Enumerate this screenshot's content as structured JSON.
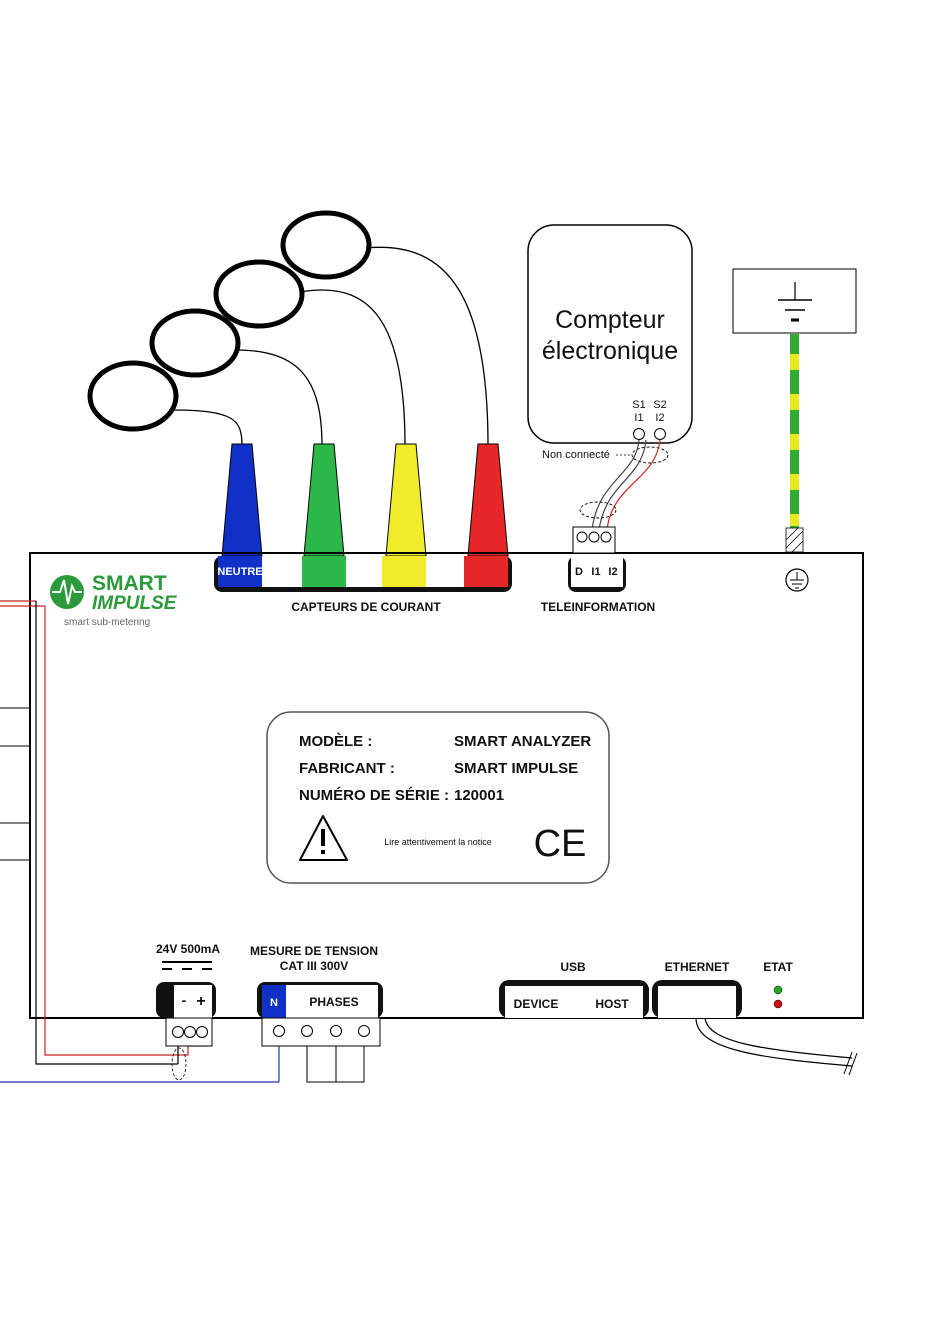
{
  "meter": {
    "title_line1": "Compteur",
    "title_line2": "électronique",
    "s1": "S1",
    "s2": "S2",
    "i1": "I1",
    "i2": "I2",
    "not_connected": "Non connecté"
  },
  "brand": {
    "name_line1": "SMART",
    "name_line2": "IMPULSE",
    "tagline": "smart sub-metering"
  },
  "sensors": {
    "neutral_label": "NEUTRE",
    "section_label": "CAPTEURS DE COURANT",
    "colors": [
      "#1030c8",
      "#2db84a",
      "#f0ec2a",
      "#e82828"
    ]
  },
  "teleinfo": {
    "pin_d": "D",
    "pin_i1": "I1",
    "pin_i2": "I2",
    "label": "TELEINFORMATION"
  },
  "plate": {
    "model_key": "MODÈLE :",
    "model_val": "SMART ANALYZER",
    "maker_key": "FABRICANT :",
    "maker_val": "SMART IMPULSE",
    "serial_key": "NUMÉRO DE SÉRIE :",
    "serial_val": "120001",
    "notice": "Lire attentivement la notice",
    "ce": "CE"
  },
  "power": {
    "rating": "24V 500mA",
    "minus": "-",
    "plus": "+"
  },
  "voltage": {
    "title_line1": "MESURE DE TENSION",
    "title_line2": "CAT III 300V",
    "n": "N",
    "phases": "PHASES"
  },
  "usb": {
    "label": "USB",
    "device": "DEVICE",
    "host": "HOST"
  },
  "ethernet": {
    "label": "ETHERNET"
  },
  "etat": {
    "label": "ETAT",
    "led_green": "#22aa22",
    "led_red": "#cc1111"
  },
  "wire_colors": {
    "red": "#cc2222",
    "blue": "#2233aa",
    "ground_green": "#33aa33",
    "ground_yellow": "#e8e820"
  }
}
